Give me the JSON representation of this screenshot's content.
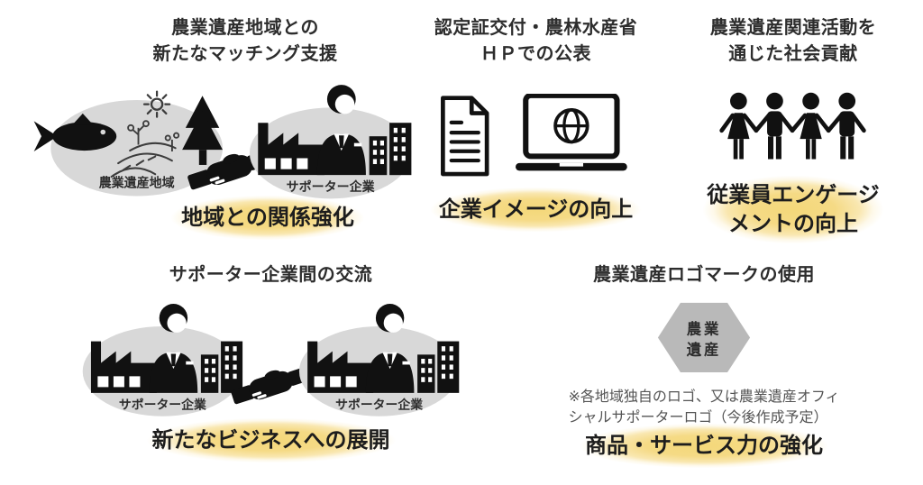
{
  "colors": {
    "background": "#ffffff",
    "highlight_yellow": "#f4d87a",
    "ellipse_gray": "#d8d8d8",
    "hexagon_gray": "#b9b9b9",
    "icon_black": "#111111",
    "text_dark": "#2d2d2d",
    "note_gray": "#555555"
  },
  "sections": {
    "matching": {
      "title_line1": "農業遺産地域との",
      "title_line2": "新たなマッチング支援",
      "region_label": "農業遺産地域",
      "company_label": "サポーター企業",
      "benefit": "地域との関係強化",
      "icons": [
        "fish-icon",
        "farm-field-icon",
        "sun-icon",
        "sprout-icon",
        "pine-tree-icon",
        "handshake-icon",
        "factory-icon",
        "businessman-icon",
        "buildings-icon"
      ]
    },
    "certification": {
      "title_line1": "認定証交付・農林水産省",
      "title_line2": "ＨＰでの公表",
      "benefit": "企業イメージの向上",
      "icons": [
        "document-icon",
        "laptop-globe-icon"
      ]
    },
    "social": {
      "title_line1": "農業遺産関連活動を",
      "title_line2": "通じた社会貢献",
      "benefit_line1": "従業員エンゲージ",
      "benefit_line2": "メントの向上",
      "icons": [
        "people-holding-hands-icon"
      ]
    },
    "exchange": {
      "title": "サポーター企業間の交流",
      "left_label": "サポーター企業",
      "right_label": "サポーター企業",
      "benefit": "新たなビジネスへの展開",
      "icons": [
        "factory-icon",
        "businessman-icon",
        "buildings-icon",
        "handshake-icon"
      ]
    },
    "logo": {
      "title": "農業遺産ロゴマークの使用",
      "hexagon_line1": "農業",
      "hexagon_line2": "遺産",
      "note_line1": "※各地域独自のロゴ、又は農業遺産オフィ",
      "note_line2": "シャルサポーターロゴ（今後作成予定）",
      "benefit": "商品・サービス力の強化",
      "icons": [
        "hexagon-logo-icon"
      ]
    }
  }
}
